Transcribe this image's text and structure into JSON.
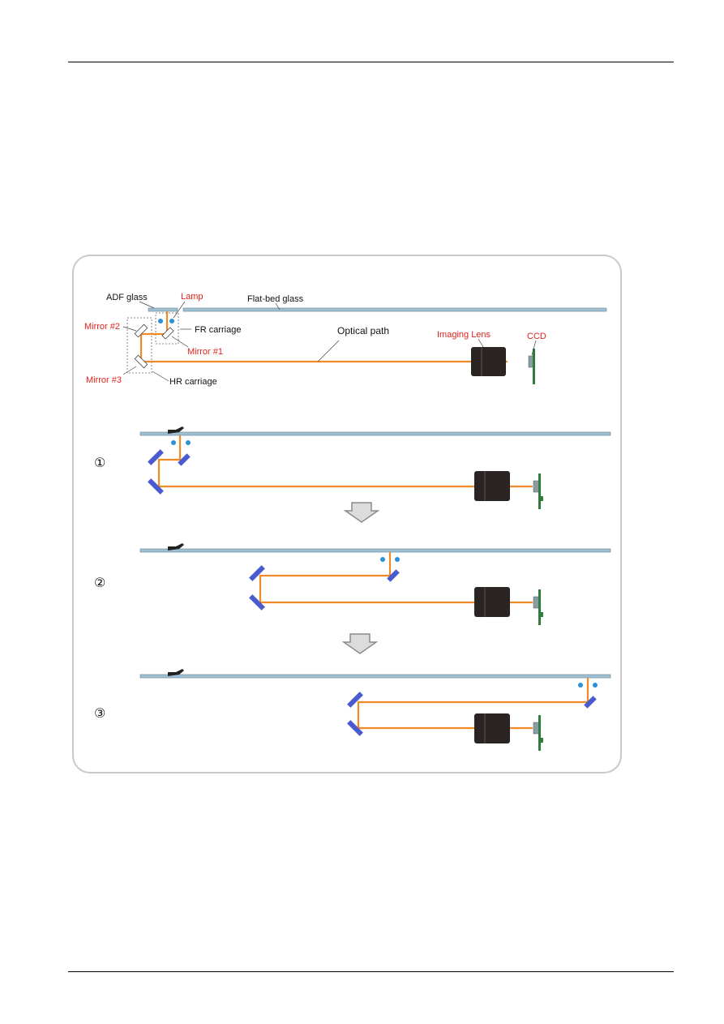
{
  "colors": {
    "beam": "#f08a24",
    "glass": "#9fbfd4",
    "mirror": "#4a5bd0",
    "lens": "#2a2422",
    "ccd_board": "#2f7d3c",
    "lamp": "#2a90d8",
    "red_label": "#e0231c",
    "arrow_fill": "#dcdcdc",
    "arrow_stroke": "#8a8a8a"
  },
  "overview": {
    "labels": {
      "adf_glass": "ADF glass",
      "lamp": "Lamp",
      "flatbed_glass": "Flat-bed glass",
      "mirror2": "Mirror #2",
      "fr_carriage": "FR carriage",
      "optical_path": "Optical path",
      "imaging_lens": "Imaging Lens",
      "ccd": "CCD",
      "mirror1": "Mirror #1",
      "mirror3": "Mirror #3",
      "hr_carriage": "HR carriage"
    }
  },
  "steps": [
    {
      "label": "①"
    },
    {
      "label": "②"
    },
    {
      "label": "③"
    }
  ],
  "icons": {
    "next_step": "down-arrow-icon"
  }
}
